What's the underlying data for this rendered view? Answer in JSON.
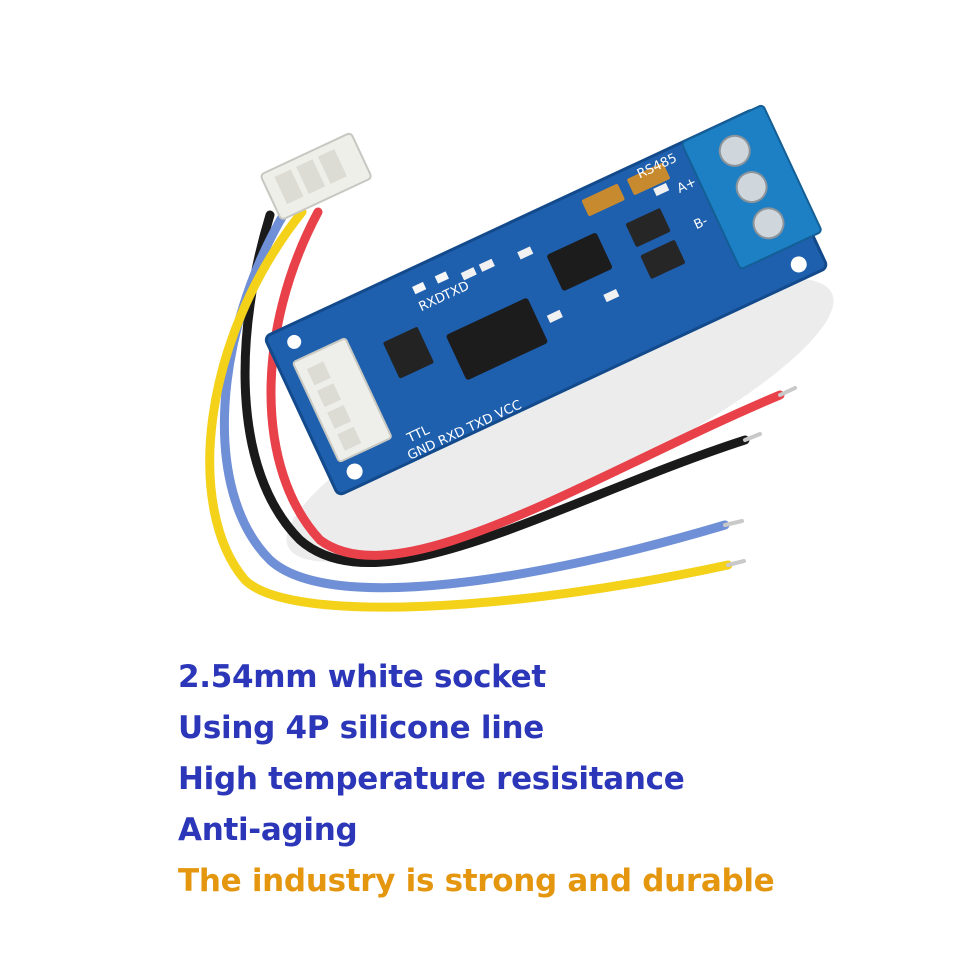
{
  "product_photo": {
    "pcb_labels": {
      "connector_left": "TTL",
      "connector_right": "RS485",
      "pin_a": "A+",
      "pin_b": "B-",
      "pins": "GND RXD TXD VCC",
      "led_rxd": "RXD",
      "led_txd": "TXD"
    },
    "colors": {
      "pcb": "#1e5fae",
      "terminal": "#1d7fc4",
      "socket": "#eeeeea",
      "wire_black": "#1a1a1a",
      "wire_blue": "#6f8fd6",
      "wire_yellow": "#f4d21a",
      "wire_red": "#e8414a"
    }
  },
  "features": [
    {
      "text": "2.54mm white socket",
      "color": "#2b36b8"
    },
    {
      "text": "Using 4P silicone line",
      "color": "#2b36b8"
    },
    {
      "text": "High temperature resisitance",
      "color": "#2b36b8"
    },
    {
      "text": "Anti-aging",
      "color": "#2b36b8"
    },
    {
      "text": "The industry is strong and durable",
      "color": "#e4960f"
    }
  ]
}
